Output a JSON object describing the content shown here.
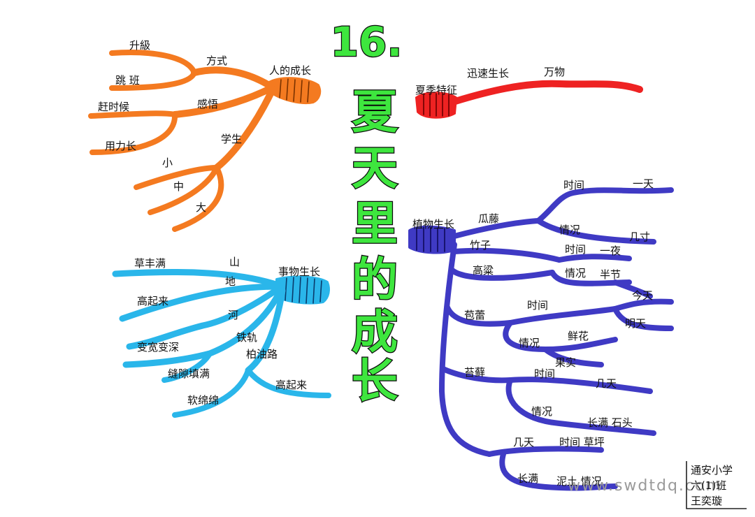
{
  "title": {
    "number": "16.",
    "chars": [
      "夏",
      "天",
      "里",
      "的",
      "成",
      "长"
    ]
  },
  "colors": {
    "orange": "#f47a20",
    "red": "#ee2222",
    "cyan": "#2ab6ea",
    "blue": "#3f3ac4",
    "title_green": "#3ee63e"
  },
  "branches": {
    "people": {
      "root": "人的成长",
      "labels": [
        "方式",
        "升級",
        "跳 班",
        "感悟",
        "赶时候",
        "用力长",
        "学生",
        "小",
        "中",
        "大"
      ]
    },
    "summer": {
      "root": "夏季特征",
      "labels": [
        "迅速生长",
        "万物"
      ]
    },
    "things": {
      "root": "事物生长",
      "labels": [
        "山",
        "草丰满",
        "地",
        "高起来",
        "河",
        "变宽变深",
        "铁轨",
        "缝隙填满",
        "柏油路",
        "高起来",
        "软绵绵"
      ]
    },
    "plants": {
      "root": "植物生长",
      "labels": [
        "瓜藤",
        "时间",
        "一天",
        "情况",
        "几寸",
        "竹子",
        "时间",
        "一夜",
        "高粱",
        "情况",
        "半节",
        "苞蕾",
        "时间",
        "今天",
        "明天",
        "情况",
        "鲜花",
        "果实",
        "苔藓",
        "时间",
        "几天",
        "情况",
        "长满 石头",
        "几天",
        "时间 草坪",
        "长满",
        "泥土 情况"
      ]
    }
  },
  "signature": [
    "通安小学",
    "六(1)班",
    "王奕璇"
  ],
  "watermark": "www.swdtdq.com"
}
